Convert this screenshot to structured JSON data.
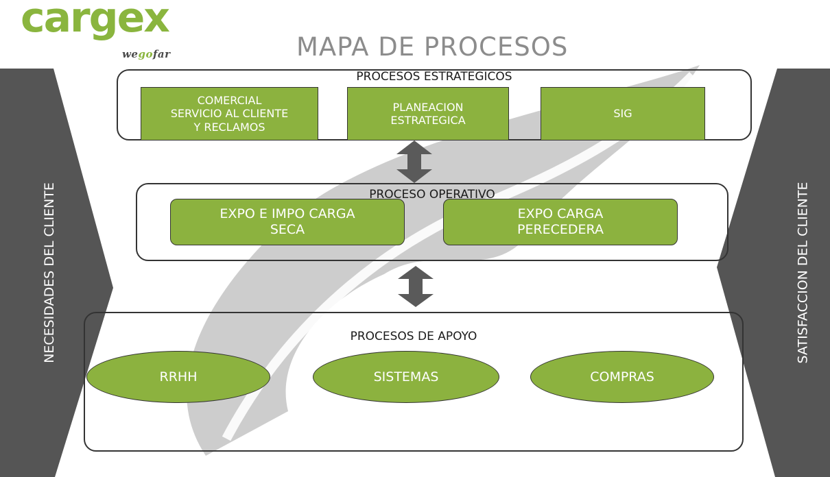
{
  "logo": {
    "brand": "cargex",
    "tagline_pre": "we",
    "tagline_go": "go",
    "tagline_post": "far"
  },
  "title": "MAPA DE PROCESOS",
  "left_band": "NECESIDADES DEL CLIENTE",
  "right_band": "SATISFACCION DEL CLIENTE",
  "estrategicos": {
    "label": "PROCESOS ESTRATEGICOS",
    "boxes": [
      "COMERCIAL\nSERVICIO AL CLIENTE\nY RECLAMOS",
      "PLANEACION\nESTRATEGICA",
      "SIG"
    ]
  },
  "operativo": {
    "label": "PROCESO OPERATIVO",
    "boxes": [
      "EXPO E  IMPO CARGA\nSECA",
      "EXPO  CARGA\nPERECEDERA"
    ]
  },
  "apoyo": {
    "label": "PROCESOS DE APOYO",
    "items": [
      "RRHH",
      "SISTEMAS",
      "COMPRAS"
    ]
  },
  "colors": {
    "green": "#8cb23f",
    "logo_green": "#8ab53e",
    "dark_band": "#555555",
    "arrow": "#5a5a5a",
    "leaf": "#c4c4c4"
  }
}
